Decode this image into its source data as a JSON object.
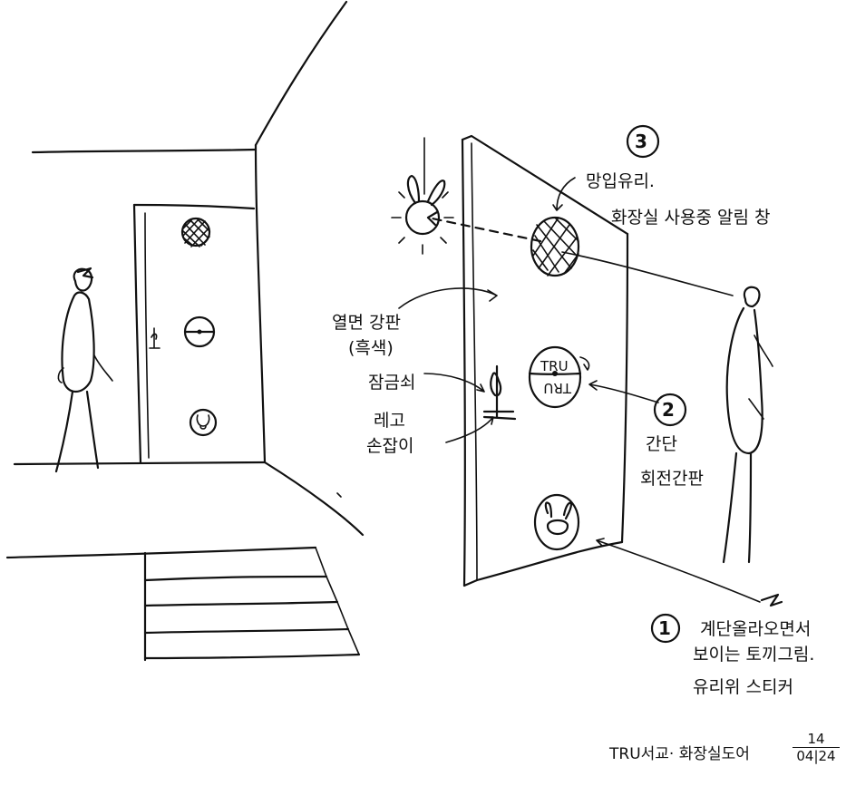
{
  "annotations": {
    "n3": "3",
    "n3_text_line1": "망입유리.",
    "n3_text_line2": "화장실 사용중 알림 창",
    "n2": "2",
    "n2_text_line1": "간단",
    "n2_text_line2": "회전간판",
    "n1": "1",
    "n1_text_line1": "계단올라오면서",
    "n1_text_line2": "보이는 토끼그림.",
    "n1_text_line3": "유리위 스티커",
    "knob_line1": "열면 강판",
    "knob_line2": "(흑색)",
    "lock": "잠금쇠",
    "lever_line1": "레고",
    "lever_line2": "손잡이",
    "sign_top": "TRU",
    "sign_bottom": "TRU"
  },
  "footer": {
    "caption": "TRU서교· 화장실도어",
    "date_top": "14",
    "date_bottom": "04|24"
  }
}
